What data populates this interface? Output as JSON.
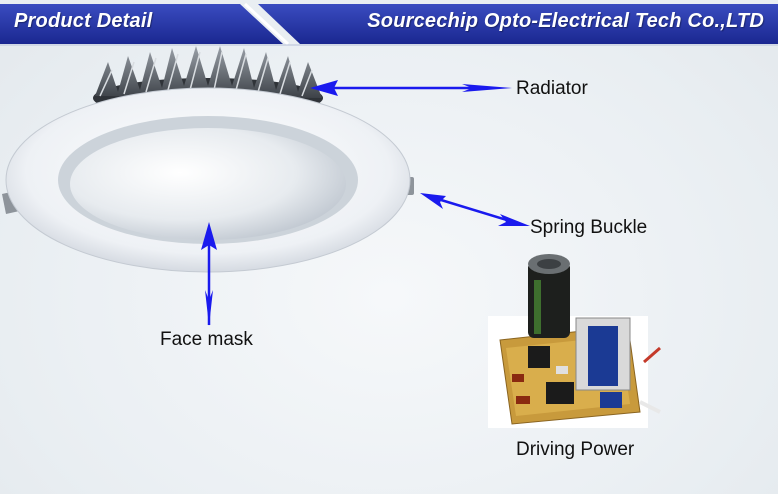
{
  "banner": {
    "left_title": "Product Detail",
    "right_title": "Sourcechip Opto-Electrical Tech Co.,LTD",
    "color": "#1f2f9c"
  },
  "callouts": {
    "radiator": "Radiator",
    "spring_buckle": "Spring Buckle",
    "face_mask": "Face mask",
    "driving_power": "Driving Power",
    "arrow_color": "#1a1aee"
  }
}
